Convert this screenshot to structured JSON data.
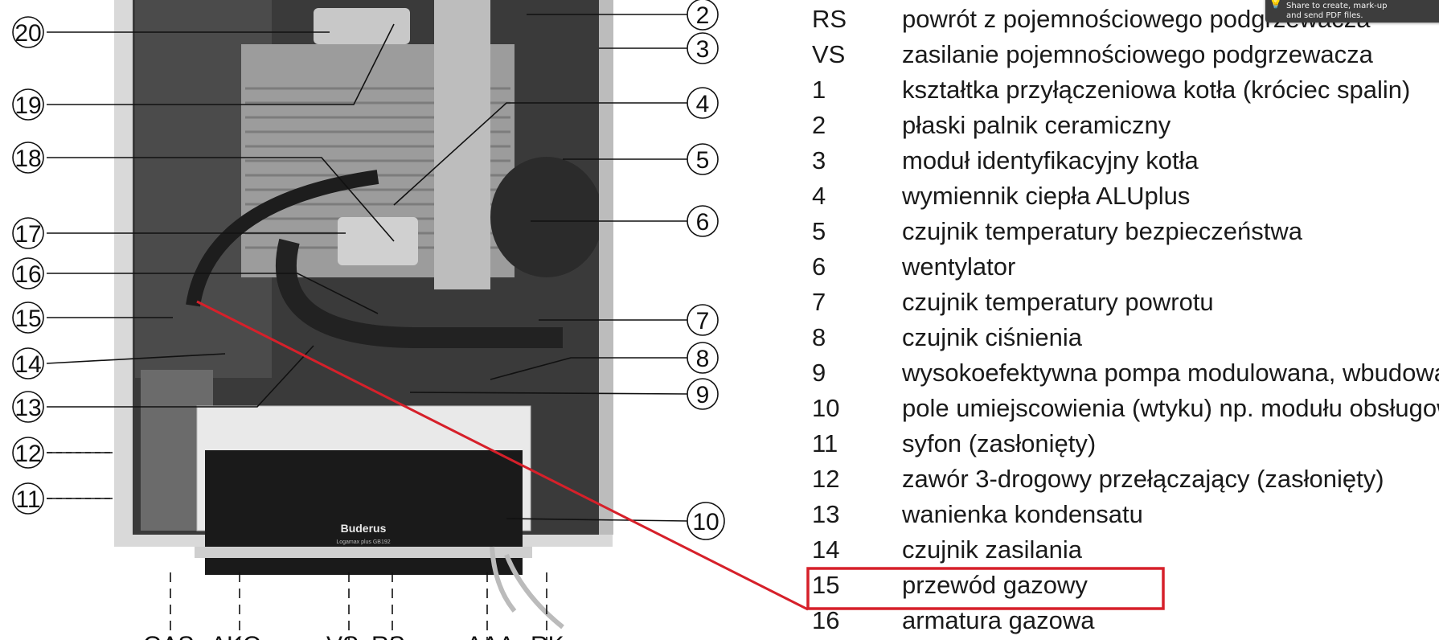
{
  "figure": {
    "brand_logo": "Buderus",
    "brand_sublogo": "Logamax plus GB192",
    "callouts": [
      "20",
      "19",
      "18",
      "17",
      "16",
      "15",
      "14",
      "13",
      "12",
      "11",
      "2",
      "3",
      "4",
      "5",
      "6",
      "7",
      "8",
      "9",
      "10"
    ],
    "bottom_labels": [
      "GAS",
      "AKO",
      "VS",
      "RS",
      "AAA",
      "RK"
    ]
  },
  "legend": {
    "rows": [
      {
        "code": "RS",
        "desc": "powrót z pojemnościowego podgrzewacza"
      },
      {
        "code": "VS",
        "desc": "zasilanie pojemnościowego podgrzewacza"
      },
      {
        "code": "1",
        "desc": "kształtka przyłączeniowa kotła (króciec spalin)"
      },
      {
        "code": "2",
        "desc": "płaski palnik ceramiczny"
      },
      {
        "code": "3",
        "desc": "moduł identyfikacyjny kotła"
      },
      {
        "code": "4",
        "desc": "wymiennik ciepła ALUplus"
      },
      {
        "code": "5",
        "desc": "czujnik temperatury bezpieczeństwa"
      },
      {
        "code": "6",
        "desc": "wentylator"
      },
      {
        "code": "7",
        "desc": "czujnik temperatury powrotu"
      },
      {
        "code": "8",
        "desc": "czujnik ciśnienia"
      },
      {
        "code": "9",
        "desc": "wysokoefektywna pompa modulowana, wbudowana"
      },
      {
        "code": "10",
        "desc": "pole umiejscowienia (wtyku) np. modułu obsługowego"
      },
      {
        "code": "11",
        "desc": "syfon (zasłonięty)"
      },
      {
        "code": "12",
        "desc": "zawór 3-drogowy przełączający (zasłonięty)"
      },
      {
        "code": "13",
        "desc": "wanienka kondensatu"
      },
      {
        "code": "14",
        "desc": "czujnik zasilania"
      },
      {
        "code": "15",
        "desc": "przewód gazowy"
      },
      {
        "code": "16",
        "desc": "armatura gazowa"
      }
    ],
    "highlighted_code": "15"
  },
  "notification": {
    "text_line1": "Share to create, mark-up",
    "text_line2": "and send PDF files."
  },
  "colors": {
    "highlight": "#d6202a",
    "text": "#1a1a1a"
  }
}
